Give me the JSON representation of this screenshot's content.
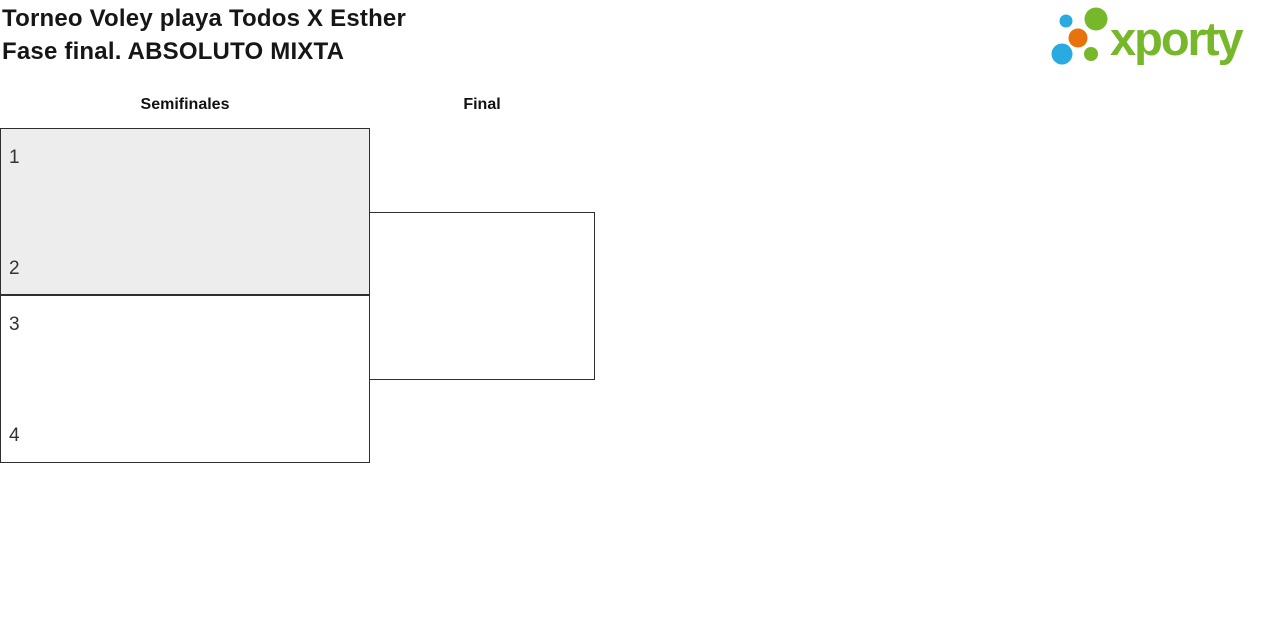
{
  "page": {
    "title_line1": "Torneo Voley playa Todos X Esther",
    "title_line2": "Fase final. ABSOLUTO MIXTA"
  },
  "logo": {
    "brand": "xporty",
    "colors": {
      "green": "#76b82a",
      "blue": "#29abe2",
      "orange": "#e8720c"
    }
  },
  "bracket": {
    "rounds": [
      {
        "label": "Semifinales",
        "matches": [
          {
            "highlighted": true,
            "slots": [
              {
                "seed": "1",
                "team": ""
              },
              {
                "seed": "2",
                "team": ""
              }
            ]
          },
          {
            "highlighted": false,
            "slots": [
              {
                "seed": "3",
                "team": ""
              },
              {
                "seed": "4",
                "team": ""
              }
            ]
          }
        ]
      },
      {
        "label": "Final",
        "matches": [
          {
            "highlighted": false,
            "slots": [
              {
                "seed": "",
                "team": ""
              },
              {
                "seed": "",
                "team": ""
              }
            ]
          }
        ]
      }
    ]
  },
  "colors": {
    "match_highlight_bg": "#ededed",
    "match_border": "#2e2e2e",
    "title_text": "#161616",
    "seed_text": "#333333"
  }
}
